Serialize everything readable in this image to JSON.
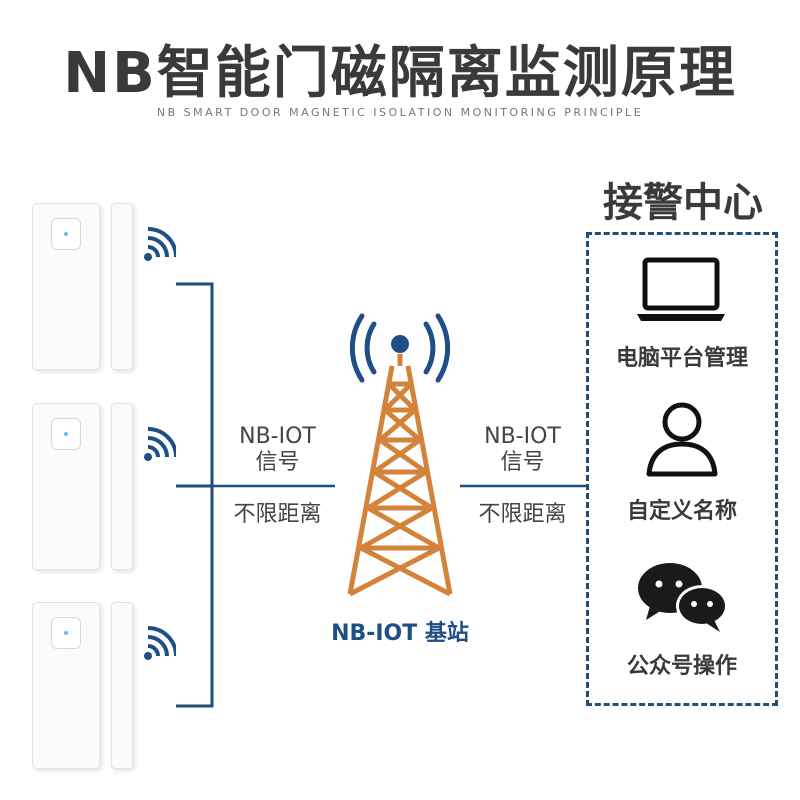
{
  "header": {
    "title": "NB智能门磁隔离监测原理",
    "subtitle": "NB SMART DOOR MAGNETIC ISOLATION MONITORING PRINCIPLE"
  },
  "link_left": {
    "line1": "NB-IOT",
    "line2": "信号",
    "line3": "不限距离"
  },
  "link_right": {
    "line1": "NB-IOT",
    "line2": "信号",
    "line3": "不限距离"
  },
  "tower": {
    "label": "NB-IOT 基站"
  },
  "alarm_center": {
    "title": "接警中心",
    "items": [
      {
        "icon": "laptop-icon",
        "label": "电脑平台管理"
      },
      {
        "icon": "user-icon",
        "label": "自定义名称"
      },
      {
        "icon": "wechat-icon",
        "label": "公众号操作"
      }
    ]
  },
  "colors": {
    "tower": "#d4833a",
    "signal": "#1e4f86",
    "line": "#1f4e79"
  }
}
